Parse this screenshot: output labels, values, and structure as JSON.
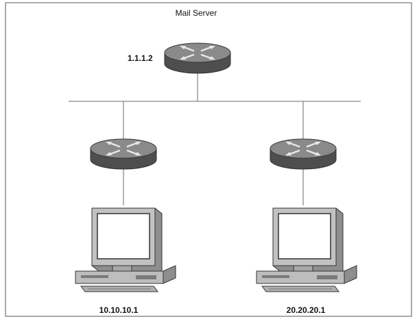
{
  "labels": {
    "server_title": "Mail Server",
    "server_ip": "1.1.1.2",
    "left_host_ip": "10.10.10.1",
    "right_host_ip": "20.20.20.1"
  },
  "colors": {
    "frame": "#555555",
    "line": "#6a6a6a",
    "router_top": "#8a8a8a",
    "router_side": "#4e4e4e",
    "pc_body": "#b4b4b4",
    "pc_screen": "#ffffff"
  },
  "icons": {
    "router": "router-icon",
    "workstation": "workstation-icon"
  }
}
